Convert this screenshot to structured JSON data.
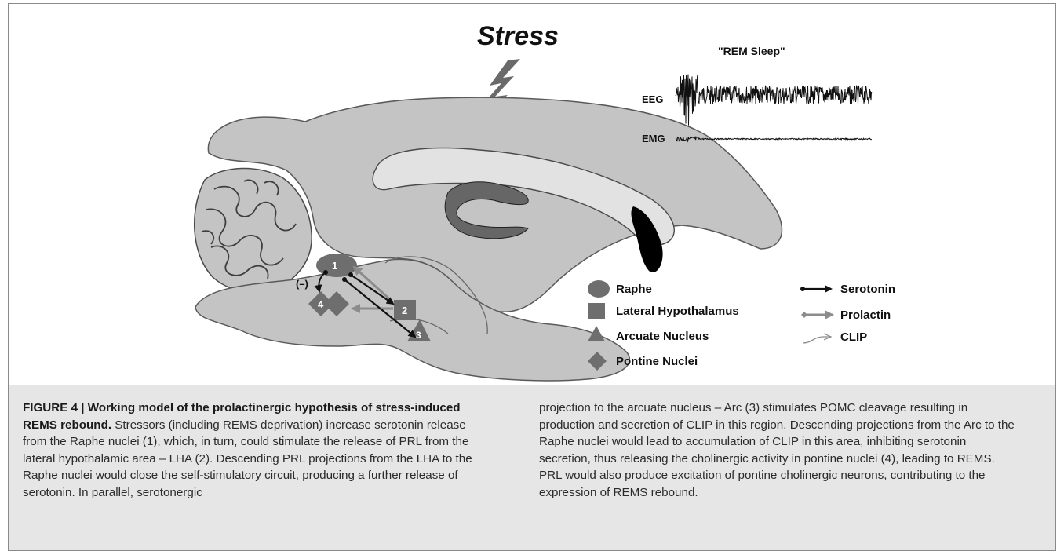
{
  "figure": {
    "stress_label": "Stress",
    "rem_title": "\"REM Sleep\"",
    "eeg_label": "EEG",
    "emg_label": "EMG",
    "nodes": {
      "raphe": "1",
      "lha": "2",
      "arc": "3",
      "pontine": "4",
      "inhibition": "(–)"
    },
    "legend": {
      "shapes": [
        {
          "shape": "ellipse",
          "label": "Raphe"
        },
        {
          "shape": "square",
          "label": "Lateral Hypothalamus"
        },
        {
          "shape": "triangle",
          "label": "Arcuate Nucleus"
        },
        {
          "shape": "diamond",
          "label": "Pontine Nuclei"
        }
      ],
      "arrows": [
        {
          "style": "black-dot-arrow",
          "label": "Serotonin"
        },
        {
          "style": "gray-diamond-arrow",
          "label": "Prolactin"
        },
        {
          "style": "thin-curved-arrow",
          "label": "CLIP"
        }
      ]
    },
    "colors": {
      "brain_fill": "#c4c4c4",
      "brain_outline": "#5a5a5a",
      "node_fill": "#6e6e6e",
      "serotonin": "#111111",
      "prolactin": "#8c8c8c",
      "caption_bg": "#e6e6e6"
    }
  },
  "caption": {
    "label": "FIGURE 4 | Working model of the prolactinergic hypothesis of stress-induced REMS rebound.",
    "left_text": "Stressors (including REMS deprivation) increase serotonin release from the Raphe nuclei (1), which, in turn, could stimulate the release of PRL from the lateral hypothalamic area – LHA (2). Descending PRL projections from the LHA to the Raphe nuclei would close the self-stimulatory circuit, producing a further release of serotonin. In parallel, serotonergic",
    "right_text": "projection to the arcuate nucleus – Arc (3) stimulates POMC cleavage resulting in production and secretion of CLIP in this region. Descending projections from the Arc to the Raphe nuclei would lead to accumulation of CLIP in this area, inhibiting serotonin secretion, thus releasing the cholinergic activity in pontine nuclei (4), leading to REMS. PRL would also produce excitation of pontine cholinergic neurons, contributing to the expression of REMS rebound."
  }
}
